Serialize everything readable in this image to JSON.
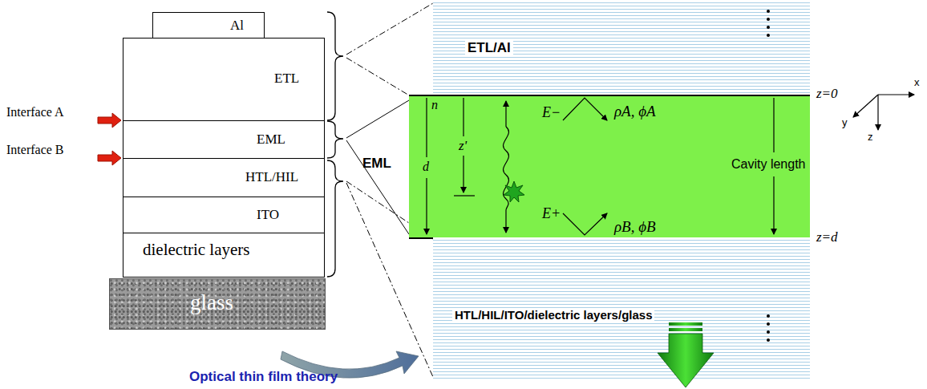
{
  "diagram": {
    "nodes": [
      {
        "text": [
          "Al"
        ]
      },
      {
        "text": [
          "ETL"
        ]
      },
      {
        "text": [
          "EML"
        ]
      },
      {
        "text": [
          "HTL/HIL"
        ]
      },
      {
        "text": [
          "ITO"
        ]
      },
      {
        "text": [
          "dielectric layers"
        ]
      },
      {
        "text": [
          "glass"
        ]
      },
      {
        "text": [
          "ETL/Al"
        ]
      },
      {
        "text": [
          "EML"
        ]
      },
      {
        "text": [
          "HTL/HIL/ITO/dielectric layers/glass"
        ]
      }
    ],
    "labels": [
      "Interface A",
      "Interface B",
      "n",
      "d",
      "z'",
      "E−",
      "E+",
      "ρA, ϕA",
      "ρB, ϕB",
      "Cavity length",
      "z=0",
      "z=d",
      "x",
      "y",
      "z",
      "Optical thin film theory"
    ]
  }
}
